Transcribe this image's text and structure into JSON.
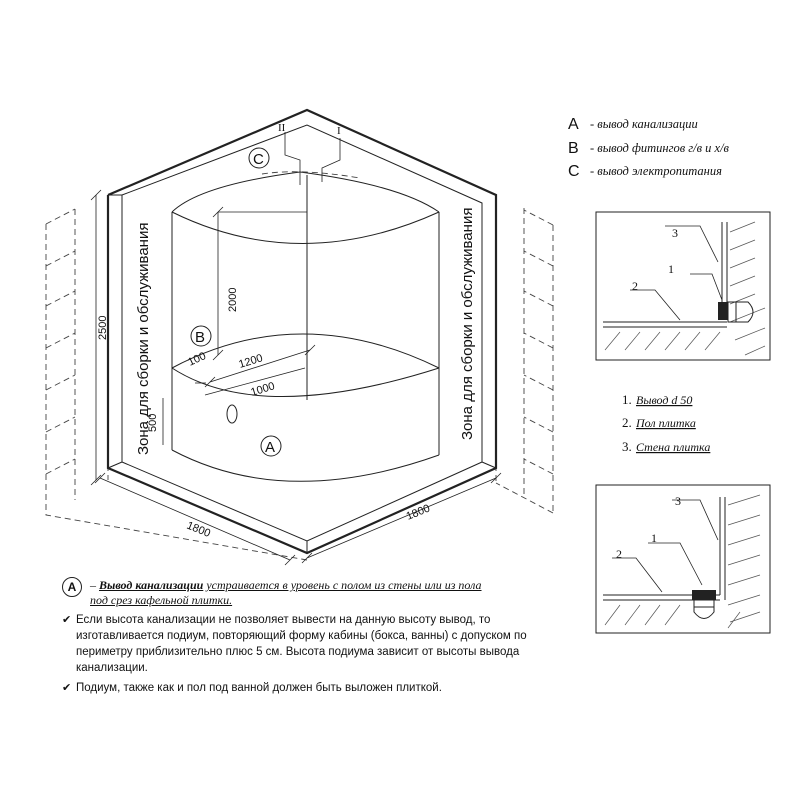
{
  "legend": [
    {
      "letter": "A",
      "text": "- вывод канализации"
    },
    {
      "letter": "B",
      "text": "- вывод фитингов г/в и х/в"
    },
    {
      "letter": "C",
      "text": "- вывод электропитания"
    }
  ],
  "markers": {
    "a": "A",
    "b": "B",
    "c": "C"
  },
  "roman": {
    "one": "I",
    "two": "II"
  },
  "zone_label": "Зона для сборки и обслуживания",
  "dimensions": {
    "height_2500": "2500",
    "height_2000": "2000",
    "height_500": "500",
    "d100": "100",
    "d1200": "1200",
    "d1000": "1000",
    "floor_left": "1800",
    "floor_right": "1800"
  },
  "detail_labels": {
    "n1": "1",
    "n2": "2",
    "n3": "3"
  },
  "key": [
    {
      "num": "1.",
      "text": "Вывод d 50"
    },
    {
      "num": "2.",
      "text": "Пол плитка"
    },
    {
      "num": "3.",
      "text": "Стена плитка"
    }
  ],
  "notes": {
    "a_letter": "A",
    "a_dash": "–",
    "a_bold": "Вывод канализации",
    "a_line1": "устраивается в уровень с полом из стены или из пола",
    "a_line2": "под срез кафельной плитки.",
    "check": "✔",
    "bullet1": "Если высота канализации не позволяет вывести на данную высоту вывод, то изготавливается подиум, повторяющий форму кабины (бокса, ванны) с допуском по периметру приблизительно плюс 5 см. Высота подиума зависит от высоты вывода канализации.",
    "bullet2": "Подиум, также как и пол под ванной должен быть выложен плиткой."
  }
}
